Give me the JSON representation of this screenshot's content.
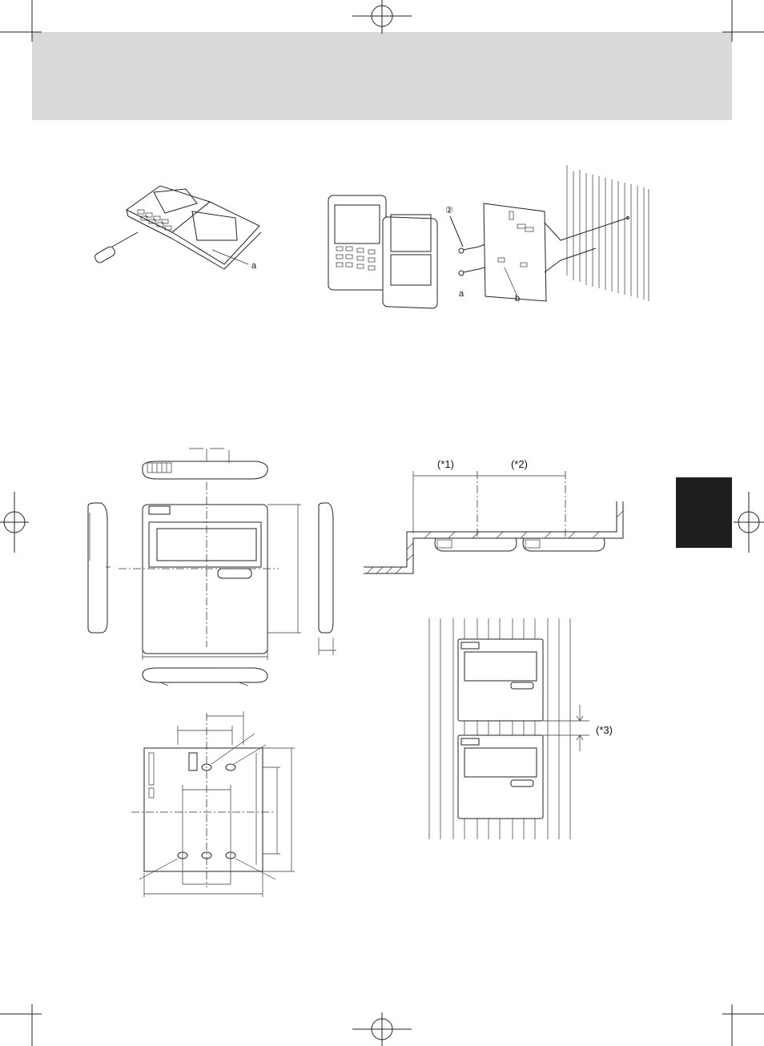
{
  "figure1": {
    "label_a": "a"
  },
  "figure2": {
    "label_a": "a",
    "label_b": "b",
    "screw_number": "②"
  },
  "figure4": {
    "note1": "(*1)",
    "note2": "(*2)"
  },
  "figure5": {
    "note3": "(*3)"
  },
  "colors": {
    "header_band": "#d9d9d9",
    "side_tab": "#1e1e1e",
    "line": "#222222"
  }
}
